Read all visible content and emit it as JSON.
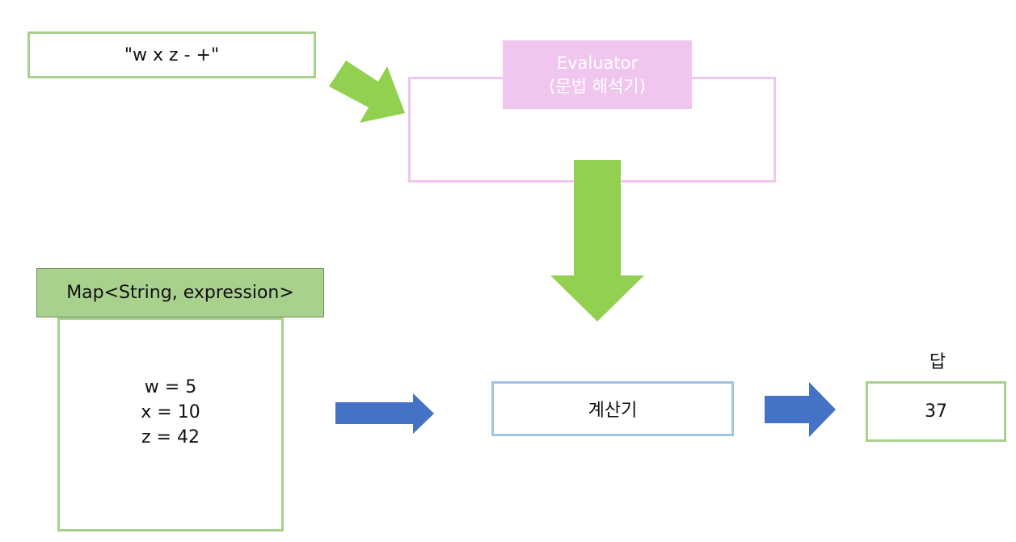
{
  "input": {
    "expression": "\"w x z - +\""
  },
  "evaluator": {
    "title_line1": "Evaluator",
    "title_line2": "(문법 해석기)"
  },
  "map": {
    "header": "Map<String, expression>",
    "entries": [
      "w = 5",
      "x = 10",
      "z = 42"
    ]
  },
  "calculator": {
    "label": "계산기"
  },
  "answer": {
    "label": "답",
    "value": "37"
  },
  "colors": {
    "green_border": "#a9d18e",
    "green_arrow": "#92d050",
    "pink": "#f0c6ee",
    "blue_arrow": "#4472c4",
    "blue_border": "#9dc3e6"
  }
}
